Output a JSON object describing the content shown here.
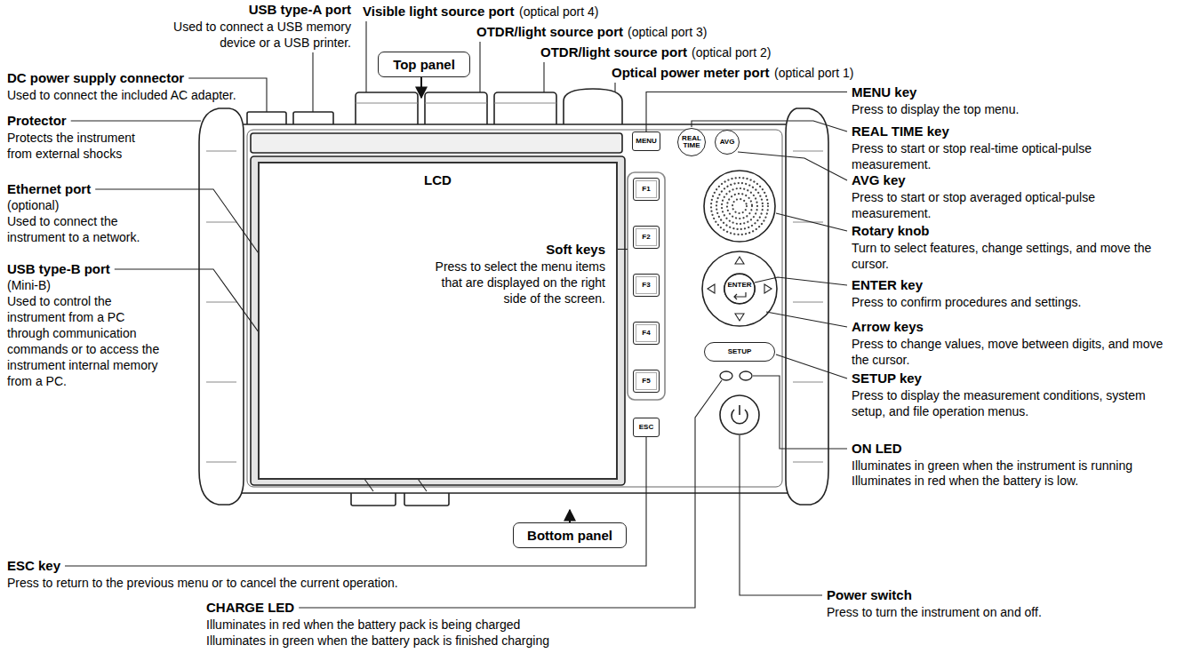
{
  "diagram": {
    "nodes": [
      {
        "text": [
          "Top panel"
        ]
      },
      {
        "text": [
          "LCD",
          "Soft keys",
          "Press to select the menu items that are displayed on the right side of the screen."
        ]
      },
      {
        "text": [
          "MENU"
        ]
      },
      {
        "text": [
          "REAL TIME"
        ]
      },
      {
        "text": [
          "AVG"
        ]
      },
      {
        "text": [
          "F1"
        ]
      },
      {
        "text": [
          "F2"
        ]
      },
      {
        "text": [
          "F3"
        ]
      },
      {
        "text": [
          "F4"
        ]
      },
      {
        "text": [
          "F5"
        ]
      },
      {
        "text": [
          "ENTER"
        ]
      },
      {
        "text": [
          "SETUP"
        ]
      },
      {
        "text": [
          "ESC"
        ]
      },
      {
        "text": [
          "Bottom panel"
        ]
      }
    ],
    "labels": [
      "USB type-A port",
      "Used to connect a USB memory device or a USB printer.",
      "Visible light source port",
      "(optical port 4)",
      "OTDR/light source port",
      "(optical port 3)",
      "OTDR/light source port",
      "(optical port 2)",
      "Optical power meter port",
      "(optical port 1)",
      "DC power supply connector",
      "Used to connect the included AC adapter.",
      "MENU key",
      "Press to display the top menu.",
      "Protector",
      "Protects the instrument from external shocks",
      "REAL TIME key",
      "Press to start or stop real-time optical-pulse measurement.",
      "AVG key",
      "Press to start or stop averaged optical-pulse measurement.",
      "Ethernet port",
      "(optional)",
      "Used to connect the instrument to a network.",
      "Rotary knob",
      "Turn to select features, change settings, and move the cursor.",
      "ENTER key",
      "Press to confirm procedures and settings.",
      "USB type-B port",
      "(Mini-B)",
      "Used to control the instrument from a PC through communication commands or to access the instrument internal memory from a PC.",
      "Arrow keys",
      "Press to change values, move between digits, and move the cursor.",
      "SETUP key",
      "Press to display the measurement conditions, system setup, and file operation menus.",
      "ESC key",
      "Press to return to the previous menu or to cancel the current operation.",
      "ON LED",
      "Illuminates in green when the instrument is running",
      "Illuminates in red when the battery is low.",
      "CHARGE LED",
      "Illuminates in red when the battery pack is being charged",
      "Illuminates in green when the battery pack is finished charging",
      "Power switch",
      "Press to turn the instrument on and off."
    ]
  }
}
